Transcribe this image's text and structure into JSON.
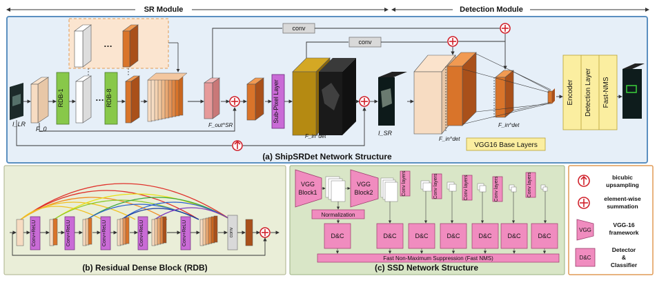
{
  "header": {
    "sr_module": "SR Module",
    "detection_module": "Detection Module"
  },
  "panel_a": {
    "caption": "(a) ShipSRDet Network Structure",
    "labels": {
      "i_lr": "I_LR",
      "f0": "F_0",
      "rdb1": "RDB-1",
      "rdb8": "RDB-8",
      "ellipsis": "…",
      "conv": "conv",
      "f_out_sr": "F_out^SR",
      "sub_pixel": "Sub-Pixel Layer",
      "i_sr": "I_SR",
      "f_in_det": "F_in^det",
      "vgg_base": "VGG16 Base Layers",
      "encoder": "Encoder",
      "detection_layer": "Detection Layer",
      "fast_nms": "Fast-NMS"
    }
  },
  "panel_b": {
    "caption": "(b) Residual Dense Block (RDB)",
    "conv_relu": "Conv+ReLU",
    "conv": "conv"
  },
  "panel_c": {
    "caption": "(c) SSD Network Structure",
    "vgg_block1": "VGG Block1",
    "vgg_block2": "VGG Block2",
    "normalization": "Normalization",
    "conv_layers": "Conv layers",
    "dc": "D&C",
    "fast_nms": "Fast Non-Maximum Suppression (Fast NMS)"
  },
  "legend": {
    "bicubic": "bicubic upsampling",
    "sum": "element-wise summation",
    "vgg_label": "VGG",
    "vgg_desc": "VGG-16 framework",
    "dc_label": "D&C",
    "dc_desc": "Detector & Classifier"
  },
  "colors": {
    "panel_a_bg": "#e6eff8",
    "panel_a_border": "#5a8fc0",
    "panel_b_bg": "#eaeed8",
    "panel_c_bg": "#d9e6c7",
    "legend_border": "#e09a55",
    "orange": "#d9742a",
    "peach": "#f5d3b8",
    "green": "#88c84a",
    "magenta": "#c96bd6",
    "pink": "#f08cbf",
    "yellow": "#fbeea0",
    "gold": "#b58a12",
    "red": "#d0202a"
  }
}
